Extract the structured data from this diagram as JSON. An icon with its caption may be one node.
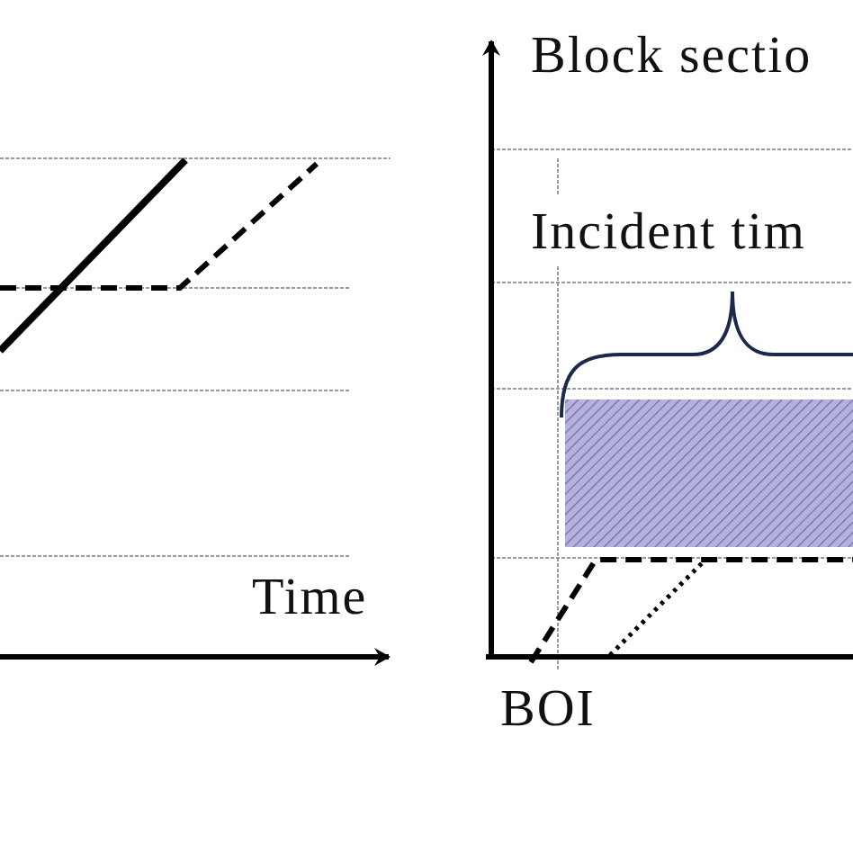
{
  "diagram": {
    "labels": [
      "Block sectio",
      "Incident tim",
      "Time",
      "BOI"
    ]
  }
}
